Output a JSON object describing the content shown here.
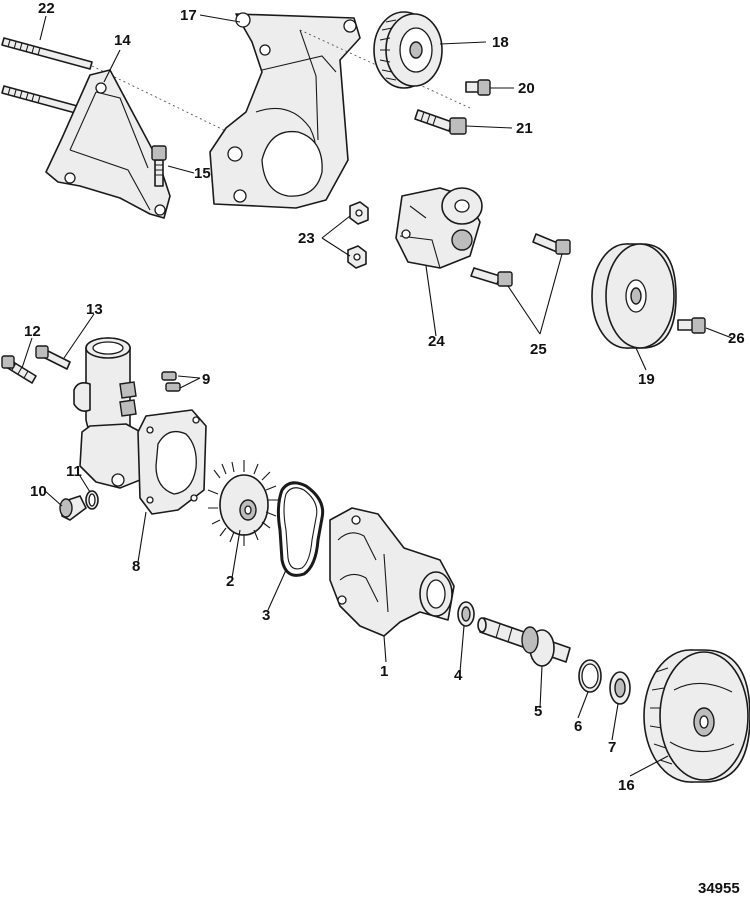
{
  "figure": {
    "number": "34955",
    "callouts": [
      {
        "id": "c22",
        "label": "22"
      },
      {
        "id": "c14",
        "label": "14"
      },
      {
        "id": "c17",
        "label": "17"
      },
      {
        "id": "c18",
        "label": "18"
      },
      {
        "id": "c20",
        "label": "20"
      },
      {
        "id": "c21",
        "label": "21"
      },
      {
        "id": "c15",
        "label": "15"
      },
      {
        "id": "c23",
        "label": "23"
      },
      {
        "id": "c24",
        "label": "24"
      },
      {
        "id": "c25",
        "label": "25"
      },
      {
        "id": "c26",
        "label": "26"
      },
      {
        "id": "c19",
        "label": "19"
      },
      {
        "id": "c13",
        "label": "13"
      },
      {
        "id": "c12",
        "label": "12"
      },
      {
        "id": "c9",
        "label": "9"
      },
      {
        "id": "c10",
        "label": "10"
      },
      {
        "id": "c11",
        "label": "11"
      },
      {
        "id": "c8",
        "label": "8"
      },
      {
        "id": "c2",
        "label": "2"
      },
      {
        "id": "c3",
        "label": "3"
      },
      {
        "id": "c1",
        "label": "1"
      },
      {
        "id": "c4",
        "label": "4"
      },
      {
        "id": "c5",
        "label": "5"
      },
      {
        "id": "c6",
        "label": "6"
      },
      {
        "id": "c7",
        "label": "7"
      },
      {
        "id": "c16",
        "label": "16"
      }
    ]
  },
  "colors": {
    "ink": "#1a1a1a",
    "part_fill": "#ededed",
    "shade": "#bdbdbd",
    "background": "#ffffff"
  }
}
